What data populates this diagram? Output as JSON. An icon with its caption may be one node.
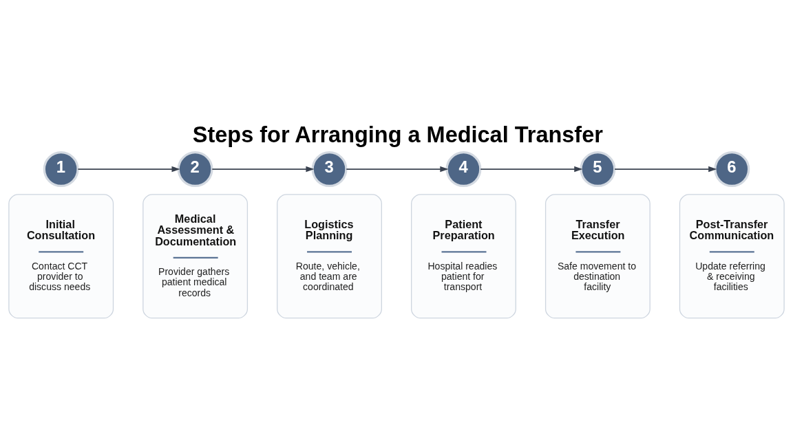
{
  "diagram": {
    "title": "Steps for Arranging a Medical Transfer",
    "nodes": [
      {
        "text": [
          "1"
        ]
      },
      {
        "text": [
          "2"
        ]
      },
      {
        "text": [
          "3"
        ]
      },
      {
        "text": [
          "4"
        ]
      },
      {
        "text": [
          "5"
        ]
      },
      {
        "text": [
          "6"
        ]
      },
      {
        "text": [
          "Initial Consultation",
          "Contact CCT provider to discuss needs"
        ]
      },
      {
        "text": [
          "Medical Assessment & Documentation",
          "Provider gathers patient medical records"
        ]
      },
      {
        "text": [
          "Logistics Planning",
          "Route, vehicle, and team are coordinated"
        ]
      },
      {
        "text": [
          "Patient Preparation",
          "Hospital readies patient for transport"
        ]
      },
      {
        "text": [
          "Transfer Execution",
          "Safe movement to destination facility"
        ]
      },
      {
        "text": [
          "Post-Transfer Communication",
          "Update referring & receiving facilities"
        ]
      }
    ],
    "edges": [
      {
        "from": 0,
        "to": 1,
        "arrow": "to"
      },
      {
        "from": 1,
        "to": 2,
        "arrow": "to"
      },
      {
        "from": 2,
        "to": 3,
        "arrow": "to"
      },
      {
        "from": 3,
        "to": 4,
        "arrow": "to"
      },
      {
        "from": 4,
        "to": 5,
        "arrow": "to"
      }
    ]
  }
}
